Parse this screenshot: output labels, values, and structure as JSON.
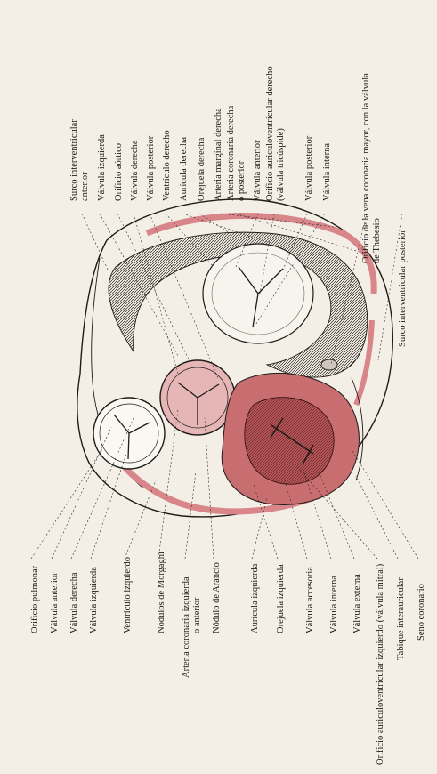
{
  "colors": {
    "paper": "#f4efe6",
    "ink": "#1e1b18",
    "artery_red": "#d9868a",
    "chamber_red": "#b8565a",
    "tint": "#e6b5b5"
  },
  "labels_left": [
    {
      "text": "Orificio pulmonar"
    },
    {
      "text": "Válvula anterior"
    },
    {
      "text": "Válvula derecha"
    },
    {
      "text": "Válvula izquierda"
    },
    {
      "text": "Ventrículo izquierdo"
    },
    {
      "text": "Nódulos de Morgagni"
    },
    {
      "text": "Arteria coronaria izquierda"
    },
    {
      "text": "o anterior"
    },
    {
      "text": "Nódulo de Arancio"
    },
    {
      "text": "Aurícula izquierda"
    },
    {
      "text": "Orejuela izquierda"
    },
    {
      "text": "Válvula accesoria"
    },
    {
      "text": "Válvula interna"
    },
    {
      "text": "Válvula externa"
    },
    {
      "text": "Orificio auriculoventricular izquierdo (válvula mitral)"
    },
    {
      "text": "Tabique interauricular"
    },
    {
      "text": "Seno coronario"
    }
  ],
  "labels_right": [
    {
      "text": "Surco interventricular"
    },
    {
      "text": "anterior"
    },
    {
      "text": "Válvula izquierda"
    },
    {
      "text": "Orificio aórtico"
    },
    {
      "text": "Válvula derecha"
    },
    {
      "text": "Válvula posterior"
    },
    {
      "text": "Ventrículo derecho"
    },
    {
      "text": "Aurícula derecha"
    },
    {
      "text": "Orejuela derecha"
    },
    {
      "text": "Arteria marginal derecha"
    },
    {
      "text": "Arteria coronaria derecha"
    },
    {
      "text": "o posterior"
    },
    {
      "text": "Válvula anterior"
    },
    {
      "text": "Orificio auriculoventricular derecho"
    },
    {
      "text": "(válvula tricúspide)"
    },
    {
      "text": "Válvula posterior"
    },
    {
      "text": "Válvula interna"
    },
    {
      "text": "Orificio de la vena coronaria mayor, con la válvula"
    },
    {
      "text": "de Thebesio"
    },
    {
      "text": "Surco interventricular posterior"
    }
  ]
}
